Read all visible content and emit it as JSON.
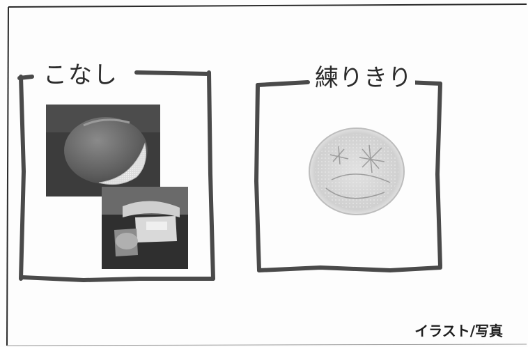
{
  "panels": {
    "left": {
      "title": "こなし",
      "content": "photo-collage"
    },
    "right": {
      "title": "練りきり",
      "content": "sketch-illustration"
    }
  },
  "credit": "イラスト/写真",
  "colors": {
    "frame": "#4a4a4a",
    "paper": "#fdfdfd",
    "photo_dark": "#3f3f3f",
    "sketch": "#b8b8b8"
  }
}
